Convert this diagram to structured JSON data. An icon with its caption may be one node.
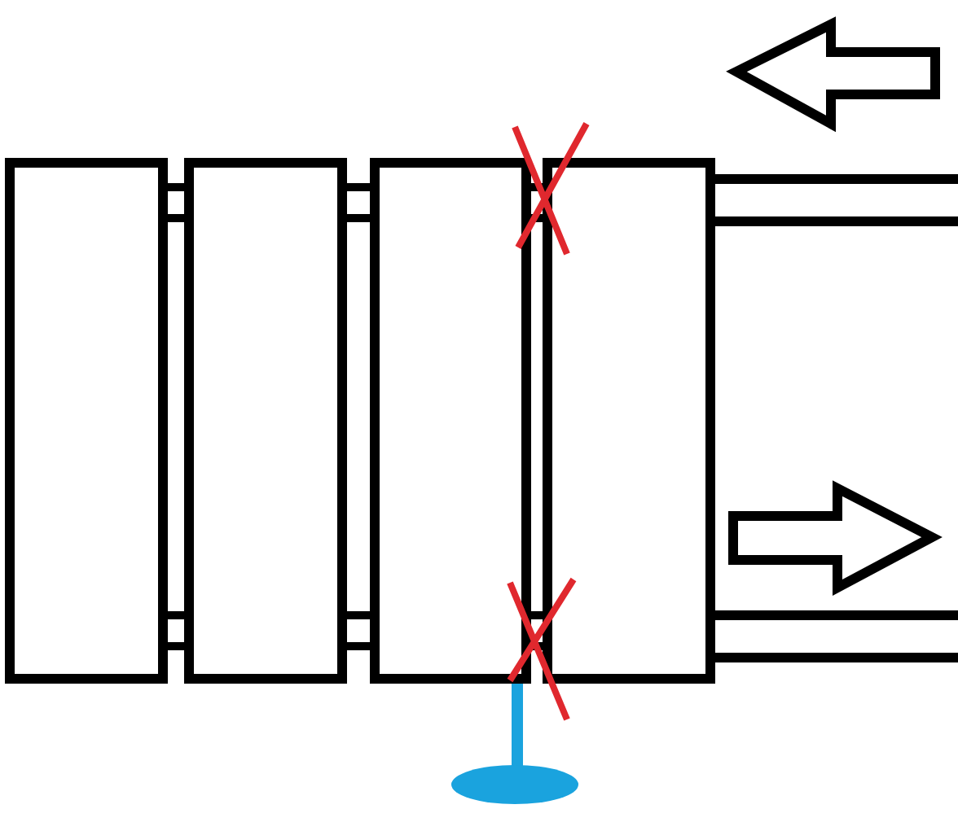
{
  "diagram": {
    "nodes": [
      {
        "text": [],
        "shape": "box"
      },
      {
        "text": [],
        "shape": "box"
      },
      {
        "text": [],
        "shape": "box"
      },
      {
        "text": [],
        "shape": "box"
      }
    ],
    "edges": [
      {
        "from": 0,
        "to": 1,
        "arrow": "none"
      },
      {
        "from": 0,
        "to": 1,
        "arrow": "none"
      },
      {
        "from": 1,
        "to": 2,
        "arrow": "none"
      },
      {
        "from": 1,
        "to": 2,
        "arrow": "none"
      },
      {
        "from": 2,
        "to": 3,
        "arrow": "none"
      },
      {
        "from": 2,
        "to": 3,
        "arrow": "none"
      }
    ]
  }
}
